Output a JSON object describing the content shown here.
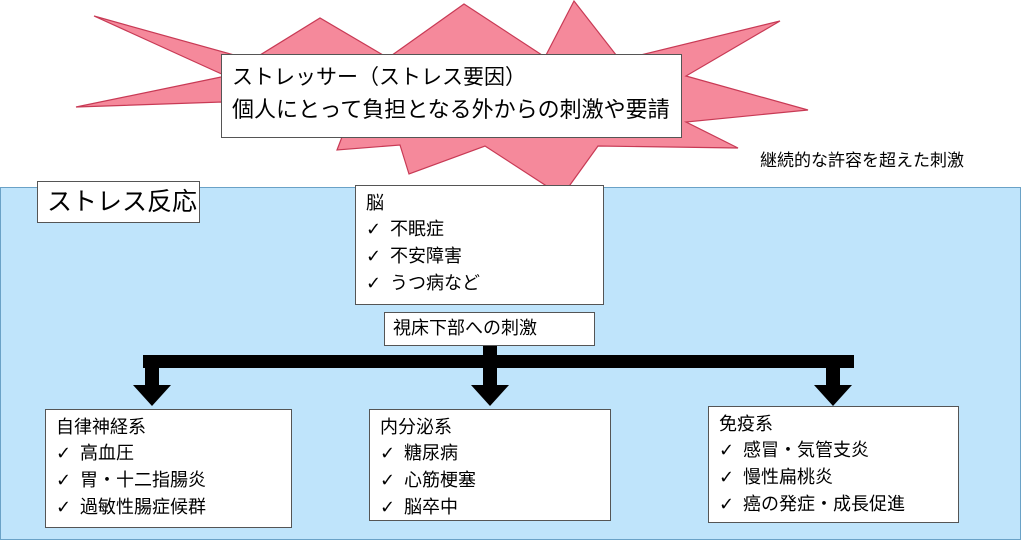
{
  "stressor": {
    "title": "ストレッサー（ストレス要因）",
    "definition": "個人にとって負担となる外からの刺激や要請"
  },
  "note": "継続的な許容を超えた刺激",
  "response": {
    "title": "ストレス反応",
    "brain": {
      "title": "脳",
      "items": [
        "不眠症",
        "不安障害",
        "うつ病など"
      ]
    },
    "hypothalamus": "視床下部への刺激",
    "systems": [
      {
        "title": "自律神経系",
        "items": [
          "高血圧",
          "胃・十二指腸炎",
          "過敏性腸症候群"
        ]
      },
      {
        "title": "内分泌系",
        "items": [
          "糖尿病",
          "心筋梗塞",
          "脳卒中"
        ]
      },
      {
        "title": "免疫系",
        "items": [
          "感冒・気管支炎",
          "慢性扁桃炎",
          "癌の発症・成長促進"
        ]
      }
    ]
  },
  "check_glyph": "✓",
  "colors": {
    "burst": "#f5899b",
    "burst_stroke": "#c83a55",
    "response_bg": "#bfe4fb",
    "arrow": "#000000"
  }
}
